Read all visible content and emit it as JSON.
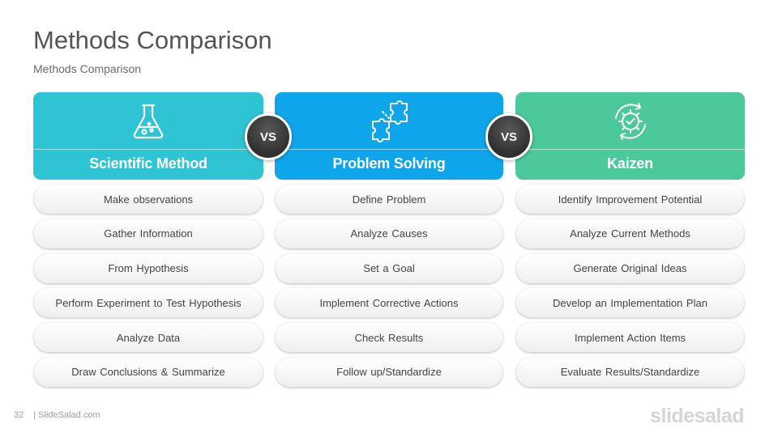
{
  "slide": {
    "title": "Methods Comparison",
    "subtitle": "Methods Comparison"
  },
  "vs_label": "VS",
  "colors": {
    "scientific": "#2ec4d3",
    "problem": "#0ea5ea",
    "kaizen": "#4cc99a",
    "vs_badge": "#3a3a3a"
  },
  "columns": [
    {
      "heading": "Scientific Method",
      "icon": "flask-icon",
      "items": [
        "Make observations",
        "Gather Information",
        "From Hypothesis",
        "Perform  Experiment to Test Hypothesis",
        "Analyze Data",
        "Draw Conclusions  & Summarize"
      ]
    },
    {
      "heading": "Problem Solving",
      "icon": "puzzle-icon",
      "items": [
        "Define Problem",
        "Analyze Causes",
        "Set a Goal",
        "Implement  Corrective  Actions",
        "Check Results",
        "Follow up/Standardize"
      ]
    },
    {
      "heading": "Kaizen",
      "icon": "gear-cycle-icon",
      "items": [
        "Identify  Improvement  Potential",
        "Analyze Current  Methods",
        "Generate Original  Ideas",
        "Develop an Implementation  Plan",
        "Implement  Action Items",
        "Evaluate Results/Standardize"
      ]
    }
  ],
  "footer": {
    "page_number": "32",
    "site": "| SlideSalad.com",
    "brand": "slidesalad"
  }
}
